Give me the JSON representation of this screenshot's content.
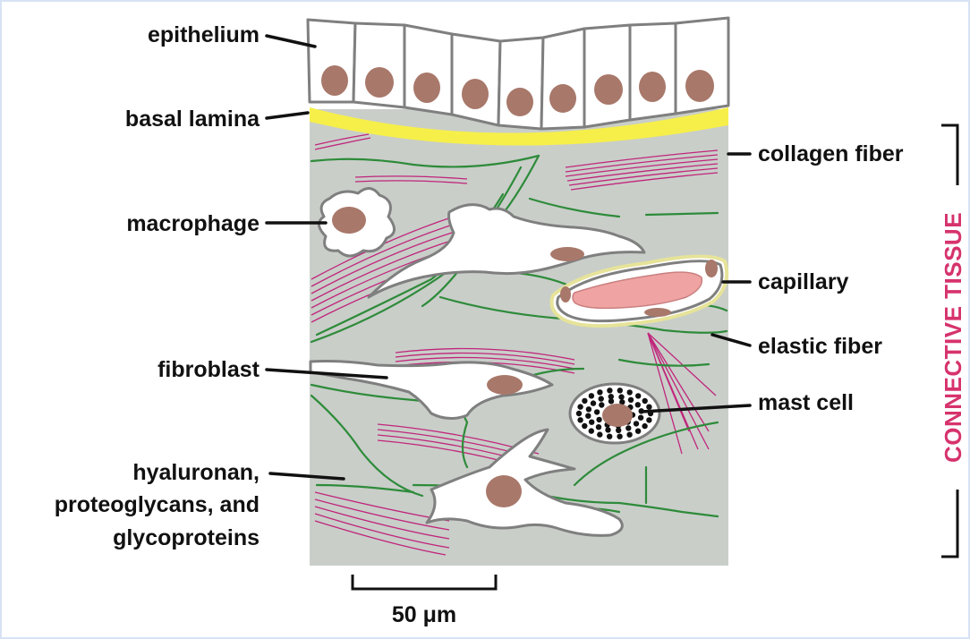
{
  "labels": {
    "epithelium": "epithelium",
    "basal_lamina": "basal lamina",
    "macrophage": "macrophage",
    "fibroblast": "fibroblast",
    "gag_line1": "hyaluronan,",
    "gag_line2": "proteoglycans, and",
    "gag_line3": "glycoproteins",
    "collagen_fiber": "collagen fiber",
    "capillary": "capillary",
    "elastic_fiber": "elastic fiber",
    "mast_cell": "mast cell",
    "connective_tissue": "CONNECTIVE TISSUE",
    "scale_bar": "50 μm"
  },
  "colors": {
    "tissue_background": "#c9cec9",
    "basal_lamina": "#f6ef4a",
    "collagen": "#c0257b",
    "elastic": "#2e8b3a",
    "nucleus": "#a8786a",
    "red_blood_cell": "#f0a3a3",
    "side_label": "#d6336c"
  }
}
